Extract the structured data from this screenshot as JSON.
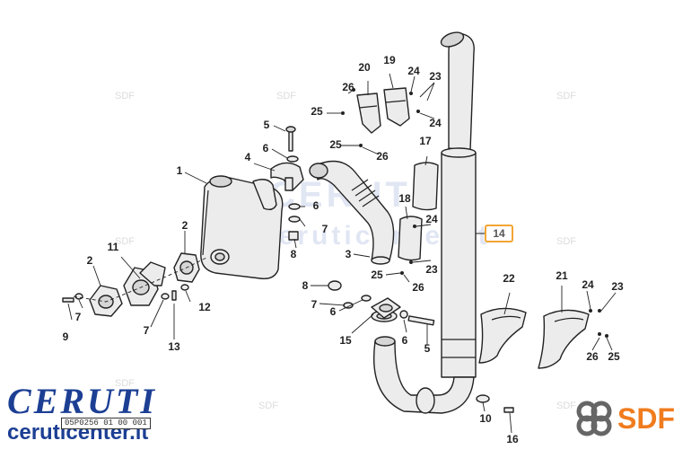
{
  "diagram": {
    "labels": {
      "p1": "1",
      "p2a": "2",
      "p2b": "2",
      "p3": "3",
      "p4": "4",
      "p5a": "5",
      "p5b": "5",
      "p6a": "6",
      "p6b": "6",
      "p6c": "6",
      "p6d": "6",
      "p7a": "7",
      "p7b": "7",
      "p7c": "7",
      "p7d": "7",
      "p8a": "8",
      "p8b": "8",
      "p9": "9",
      "p10": "10",
      "p11": "11",
      "p12": "12",
      "p13": "13",
      "p14": "14",
      "p15": "15",
      "p16": "16",
      "p17": "17",
      "p18": "18",
      "p19": "19",
      "p20": "20",
      "p21": "21",
      "p22": "22",
      "p23a": "23",
      "p23b": "23",
      "p23c": "23",
      "p24a": "24",
      "p24b": "24",
      "p24c": "24",
      "p24d": "24",
      "p25a": "25",
      "p25b": "25",
      "p25c": "25",
      "p25d": "25",
      "p26a": "26",
      "p26b": "26",
      "p26c": "26",
      "p26d": "26"
    }
  },
  "watermark": {
    "text": "SDF"
  },
  "branding": {
    "logo": "CERUTI",
    "drawing_code": "05P0256 01 00 001",
    "site": "ceruticenter.it",
    "partner": "SDF"
  },
  "colors": {
    "brand_blue": "#1c3f94",
    "sdf_orange": "#f07c1e",
    "highlight": "#f3a533"
  }
}
